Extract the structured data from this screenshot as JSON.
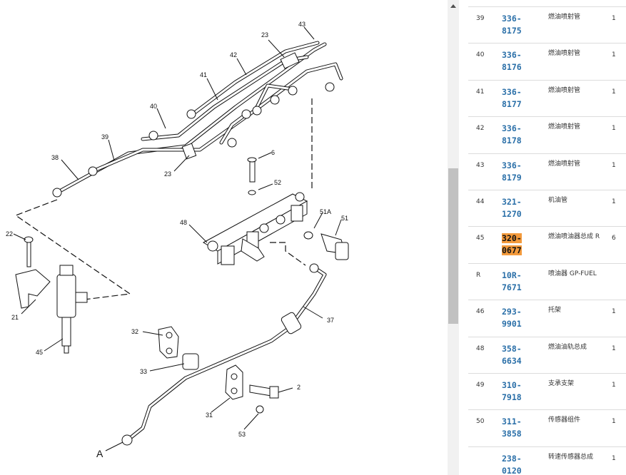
{
  "diagram": {
    "labels": [
      "43",
      "23",
      "42",
      "41",
      "40",
      "39",
      "38",
      "23",
      "6",
      "52",
      "51A",
      "51",
      "48",
      "22",
      "21",
      "45",
      "37",
      "32",
      "33",
      "2",
      "31",
      "53",
      "A"
    ]
  },
  "parts_list": {
    "rows": [
      {
        "ref": "39",
        "pn_a": "336-",
        "pn_b": "8175",
        "desc": "燃油喷射管",
        "qty": "1",
        "highlight": false
      },
      {
        "ref": "40",
        "pn_a": "336-",
        "pn_b": "8176",
        "desc": "燃油喷射管",
        "qty": "1",
        "highlight": false
      },
      {
        "ref": "41",
        "pn_a": "336-",
        "pn_b": "8177",
        "desc": "燃油喷射管",
        "qty": "1",
        "highlight": false
      },
      {
        "ref": "42",
        "pn_a": "336-",
        "pn_b": "8178",
        "desc": "燃油喷射管",
        "qty": "1",
        "highlight": false
      },
      {
        "ref": "43",
        "pn_a": "336-",
        "pn_b": "8179",
        "desc": "燃油喷射管",
        "qty": "1",
        "highlight": false
      },
      {
        "ref": "44",
        "pn_a": "321-",
        "pn_b": "1270",
        "desc": "机油管",
        "qty": "1",
        "highlight": false
      },
      {
        "ref": "45",
        "pn_a": "320-",
        "pn_b": "0677",
        "desc": "燃油喷油器总成 R",
        "qty": "6",
        "highlight": true
      },
      {
        "ref": "R",
        "pn_a": "10R-",
        "pn_b": "7671",
        "desc": "喷油器 GP-FUEL",
        "qty": "",
        "highlight": false
      },
      {
        "ref": "46",
        "pn_a": "293-",
        "pn_b": "9901",
        "desc": "托架",
        "qty": "1",
        "highlight": false
      },
      {
        "ref": "48",
        "pn_a": "358-",
        "pn_b": "6634",
        "desc": "燃油油轨总成",
        "qty": "1",
        "highlight": false
      },
      {
        "ref": "49",
        "pn_a": "310-",
        "pn_b": "7918",
        "desc": "支承支架",
        "qty": "1",
        "highlight": false
      },
      {
        "ref": "50",
        "pn_a": "311-",
        "pn_b": "3858",
        "desc": "传感器组件",
        "qty": "1",
        "highlight": false
      },
      {
        "ref": "",
        "pn_a": "238-",
        "pn_b": "0120",
        "desc": "转速传感器总成",
        "qty": "1",
        "highlight": false
      }
    ]
  }
}
